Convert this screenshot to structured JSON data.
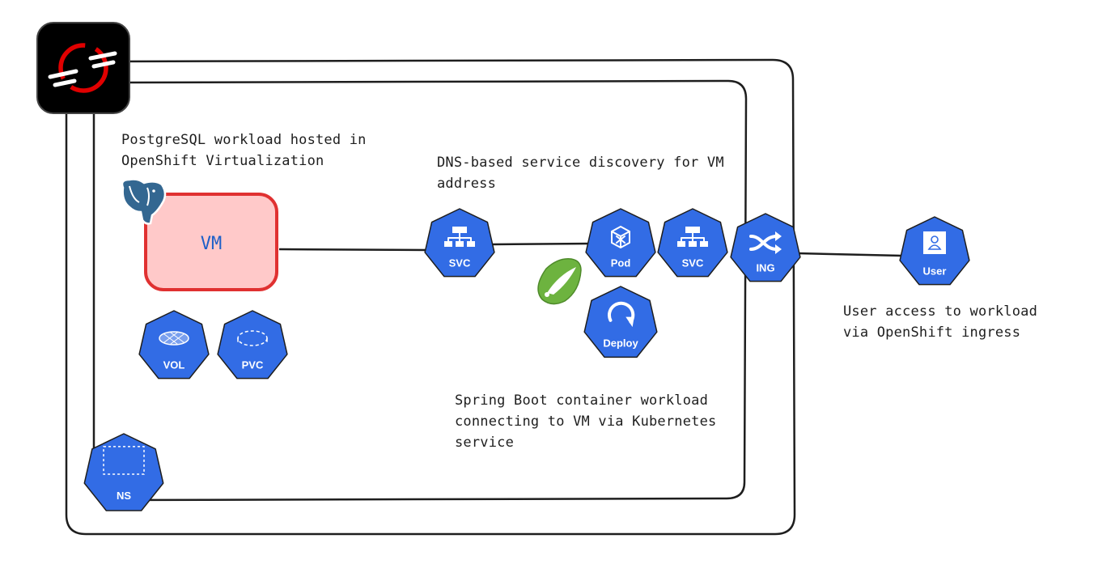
{
  "notes": {
    "postgres": "PostgreSQL workload hosted in\nOpenShift Virtualization",
    "dns": "DNS-based service discovery for VM\naddress",
    "user_access": "User access to workload\nvia OpenShift ingress",
    "spring": "Spring Boot container workload\nconnecting to VM via Kubernetes\nservice"
  },
  "vm": {
    "label": "VM"
  },
  "nodes": {
    "svc_left": "SVC",
    "pod": "Pod",
    "svc_right": "SVC",
    "ing": "ING",
    "user": "User",
    "deploy": "Deploy",
    "vol": "VOL",
    "pvc": "PVC",
    "ns": "NS"
  },
  "colors": {
    "k8s_blue": "#326ce5",
    "vm_fill": "#ffc9c9",
    "vm_stroke": "#e03131",
    "openshift_red": "#e00000",
    "spring_green": "#6db33f",
    "postgres_blue": "#336791",
    "stroke": "#1e1e1e"
  }
}
